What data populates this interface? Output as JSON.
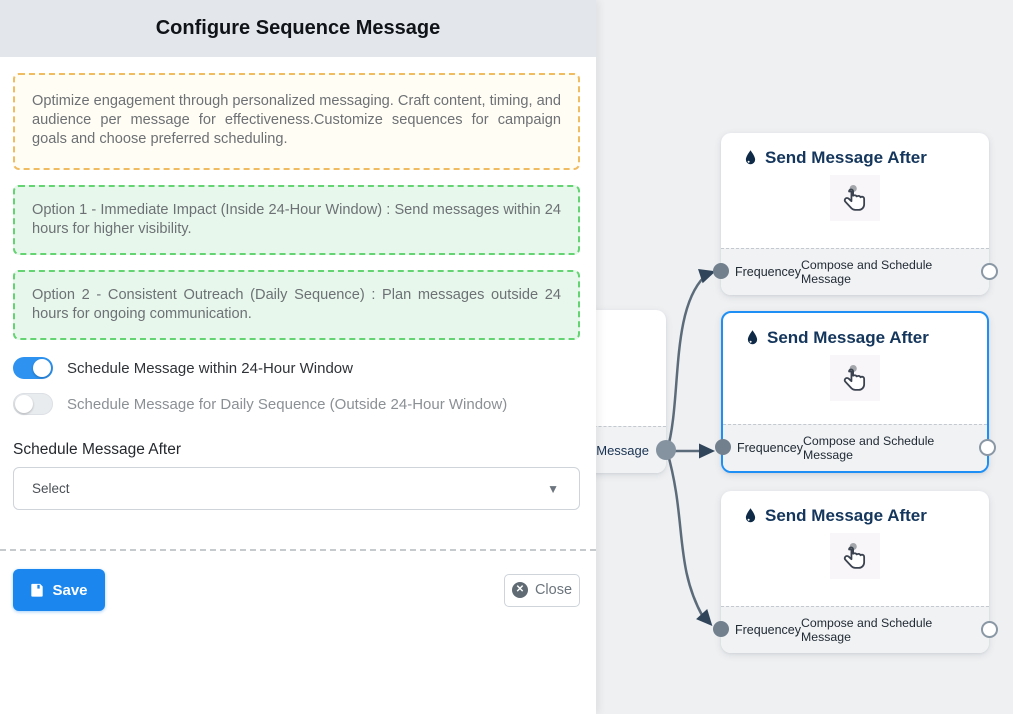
{
  "panel": {
    "title": "Configure Sequence Message",
    "info_boxes": {
      "intro": "Optimize engagement through personalized messaging. Craft content, timing, and audience per message for effectiveness.Customize sequences for campaign goals and choose preferred scheduling.",
      "option1": "Option 1 - Immediate Impact (Inside 24-Hour Window) : Send messages within 24 hours for higher visibility.",
      "option2": "Option 2 - Consistent Outreach (Daily Sequence) : Plan messages outside 24 hours for ongoing communication."
    },
    "toggles": {
      "within24": {
        "label": "Schedule Message within 24-Hour Window",
        "state": "on"
      },
      "daily": {
        "label": "Schedule Message for Daily Sequence (Outside 24-Hour Window)",
        "state": "off"
      }
    },
    "select": {
      "label": "Schedule Message After",
      "placeholder": "Select",
      "caret": "▼"
    },
    "buttons": {
      "save": "Save",
      "close": "Close",
      "close_glyph": "✕"
    }
  },
  "canvas": {
    "source_node": {
      "footer_label_truncated": "ce Message"
    },
    "nodes": [
      {
        "title": "Send Message After",
        "footer_left": "Frequencey",
        "footer_right": "Compose and Schedule Message",
        "selected": false
      },
      {
        "title": "Send Message After",
        "footer_left": "Frequencey",
        "footer_right": "Compose and Schedule Message",
        "selected": true
      },
      {
        "title": "Send Message After",
        "footer_left": "Frequencey",
        "footer_right": "Compose and Schedule Message",
        "selected": false
      }
    ]
  },
  "colors": {
    "accent_blue": "#1b87ee",
    "selected_node_border": "#1e90f5",
    "toggle_on": "#2d92f0",
    "warning_border": "#f0bc62",
    "success_border": "#63d471",
    "edge": "#5c6b7a",
    "arrow": "#31455a",
    "canvas_bg": "#eef0f2",
    "header_bg": "#e3e6ea",
    "node_title": "#14365c"
  }
}
